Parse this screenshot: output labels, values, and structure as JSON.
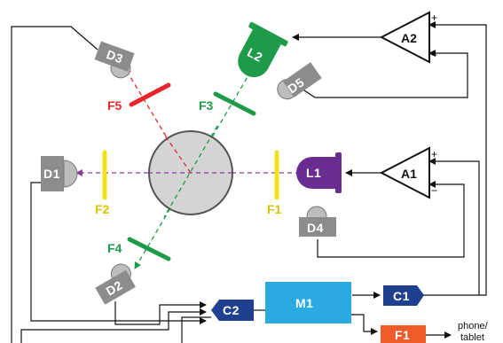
{
  "components": {
    "detectors": [
      {
        "id": "D3",
        "label": "D3"
      },
      {
        "id": "D5",
        "label": "D5"
      },
      {
        "id": "D1",
        "label": "D1"
      },
      {
        "id": "D4",
        "label": "D4"
      },
      {
        "id": "D2",
        "label": "D2"
      }
    ],
    "leds": [
      {
        "id": "L2",
        "label": "L2"
      },
      {
        "id": "L1",
        "label": "L1"
      }
    ],
    "amplifiers": [
      {
        "id": "A2",
        "label": "A2",
        "plus": "+",
        "minus": "−"
      },
      {
        "id": "A1",
        "label": "A1",
        "plus": "+",
        "minus": "−"
      }
    ],
    "filters": [
      {
        "id": "F5",
        "label": "F5"
      },
      {
        "id": "F3",
        "label": "F3"
      },
      {
        "id": "F2",
        "label": "F2"
      },
      {
        "id": "F1",
        "label": "F1"
      },
      {
        "id": "F4",
        "label": "F4"
      }
    ],
    "converters": [
      {
        "id": "C1",
        "label": "C1"
      },
      {
        "id": "C2",
        "label": "C2"
      }
    ],
    "microcontroller": {
      "label": "M1"
    },
    "output_block": {
      "label": "F1"
    },
    "output_device": {
      "line1": "phone/",
      "line2": "tablet"
    }
  },
  "colors": {
    "detector_gray": "#8c8c8c",
    "detector_window": "#bdbdbd",
    "led_green": "#1e9b48",
    "led_purple": "#6a2c91",
    "filter_yellow": "#f2e21a",
    "filter_red": "#e8262a",
    "filter_green": "#1e9b48",
    "beam_red": "#e8262a",
    "beam_green": "#1e9b48",
    "beam_purple": "#8c3c9c",
    "sample_gray": "#d4d4d4",
    "converter_blue": "#1f3f8f",
    "micro_cyan": "#29abe2",
    "output_orange": "#f05a28",
    "label_yellow": "#d8c400",
    "wire": "#111111"
  }
}
